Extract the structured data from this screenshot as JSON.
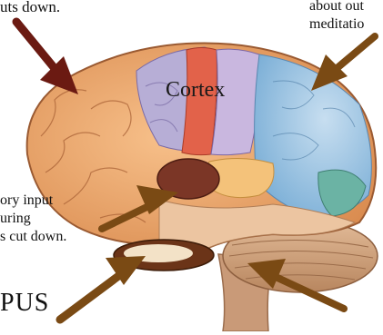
{
  "labels": {
    "top_left": "uts down.",
    "top_right_line1": "about out",
    "top_right_line2": "meditatio",
    "center": "Cortex",
    "middle_line1": "ory input",
    "middle_line2": "uring",
    "middle_line3": "s cut down.",
    "bottom_left": "PUS"
  },
  "colors": {
    "arrow_dark_red": "#6b1a12",
    "arrow_brown": "#7a4a14",
    "frontal_lobe": "#e8a46a",
    "motor_strip": "#e2624a",
    "parietal": "#b7aed6",
    "occipital": "#86b8dc",
    "temporal": "#efc79a",
    "cerebellum": "#cfa17e"
  }
}
